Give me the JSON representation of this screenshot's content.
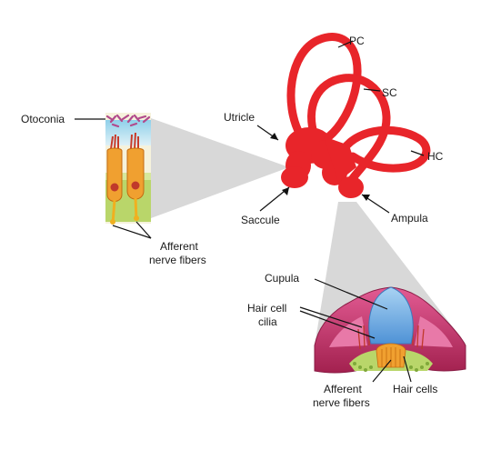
{
  "labels": {
    "otoconia": "Otoconia",
    "utricle": "Utricle",
    "pc": "PC",
    "sc": "SC",
    "hc": "HC",
    "saccule": "Saccule",
    "ampula": "Ampula",
    "afferent_top_line1": "Afferent",
    "afferent_top_line2": "nerve fibers",
    "cupula": "Cupula",
    "hair_cell_cilia_line1": "Hair cell",
    "hair_cell_cilia_line2": "cilia",
    "afferent_bottom_line1": "Afferent",
    "afferent_bottom_line2": "nerve fibers",
    "hair_cells": "Hair cells"
  },
  "colors": {
    "labyrinth": "#e8252a",
    "cone": "#d9d9d9",
    "cupula": "#7fb8e8",
    "ampulla_wall": "#c8356e",
    "hair_cell": "#f0a030",
    "support_layer": "#b9d66a",
    "otoconia": "#b24a8c"
  }
}
